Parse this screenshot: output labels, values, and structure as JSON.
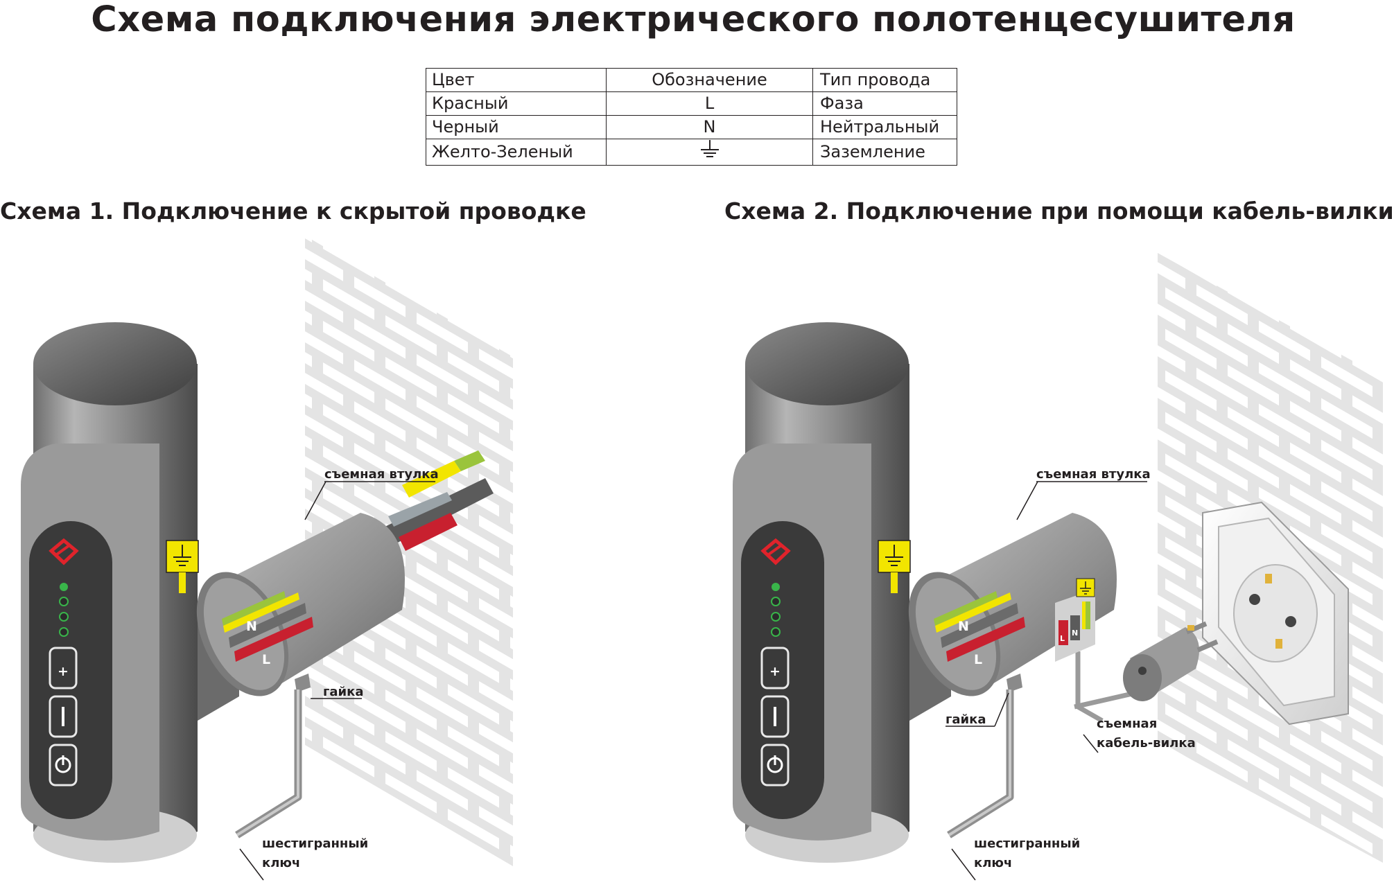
{
  "title": "Схема подключения электрического полотенцесушителя",
  "legend": {
    "headers": [
      "Цвет",
      "Обозначение",
      "Тип провода"
    ],
    "rows": [
      {
        "color": "Красный",
        "designation": "L",
        "type": "Фаза"
      },
      {
        "color": "Черный",
        "designation": "N",
        "type": "Нейтральный"
      },
      {
        "color": "Желто-Зеленый",
        "designation": "ground-symbol",
        "type": "Заземление"
      }
    ]
  },
  "scheme1": {
    "title": "Схема 1.  Подключение к скрытой проводке",
    "labels": {
      "sleeve": "съемная втулка",
      "nut": "гайка",
      "key_line1": "шестигранный",
      "key_line2": "ключ",
      "wire_n": "N",
      "wire_l": "L"
    }
  },
  "scheme2": {
    "title": "Схема 2.  Подключение при помощи кабель-вилки",
    "labels": {
      "sleeve": "съемная втулка",
      "nut": "гайка",
      "key_line1": "шестигранный",
      "key_line2": "ключ",
      "cable_line1": "съемная",
      "cable_line2": "кабель-вилка",
      "wire_n": "N",
      "wire_l": "L",
      "plug_l": "L",
      "plug_n": "N"
    }
  },
  "colors": {
    "phase_red": "#c8202f",
    "neutral_gray": "#5b5b5b",
    "ground_yellow": "#f2e500",
    "ground_green": "#9ac43c",
    "body_gray": "#8a8a8a",
    "wall_brick": "#e6e6e6",
    "led_green": "#39b54a",
    "logo_red": "#e0232b"
  },
  "icons": [
    "ground-icon",
    "power-icon",
    "minus-icon",
    "plus-icon",
    "logo-icon",
    "led-indicator-icon",
    "wall-socket-icon",
    "plug-icon",
    "hex-key-icon"
  ]
}
